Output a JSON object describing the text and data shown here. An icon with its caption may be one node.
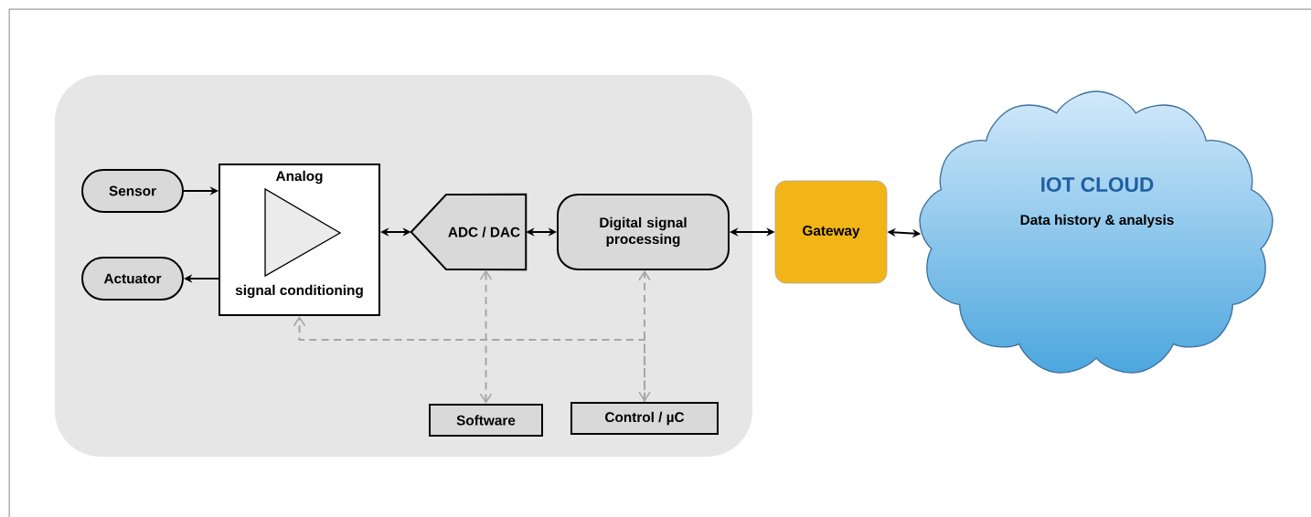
{
  "diagram": {
    "nodes": [
      {
        "text": [],
        "shape": "box"
      },
      {
        "text": [
          "Sensor"
        ],
        "in": 0
      },
      {
        "text": [
          "Actuator"
        ],
        "in": 0
      },
      {
        "text": [
          "Analog",
          "signal conditioning"
        ],
        "in": 0
      },
      {
        "text": [
          "ADC / DAC"
        ],
        "in": 0
      },
      {
        "text": [
          "Digital signal processing"
        ],
        "in": 0
      },
      {
        "text": [
          "Software"
        ],
        "in": 0
      },
      {
        "text": [
          "Control / µC"
        ],
        "in": 0
      },
      {
        "text": [
          "Gateway"
        ]
      },
      {
        "text": [
          "IOT CLOUD",
          "Data history & analysis"
        ]
      }
    ],
    "edges": [
      {
        "from": 1,
        "to": 3,
        "arrow": "to"
      },
      {
        "from": 3,
        "to": 2,
        "arrow": "to"
      },
      {
        "from": 3,
        "to": 4,
        "arrow": "both"
      },
      {
        "from": 4,
        "to": 5,
        "arrow": "both"
      },
      {
        "from": 5,
        "to": 8,
        "arrow": "both"
      },
      {
        "from": 8,
        "to": 9,
        "arrow": "both"
      },
      {
        "from": 6,
        "to": 4,
        "arrow": "both",
        "style": "dashed",
        "color": "#a6a6a6"
      },
      {
        "from": 7,
        "to": 5,
        "arrow": "both",
        "style": "dashed",
        "color": "#a6a6a6"
      },
      {
        "from": 7,
        "to": 3,
        "arrow": "to",
        "style": "dashed",
        "color": "#a6a6a6"
      }
    ]
  }
}
